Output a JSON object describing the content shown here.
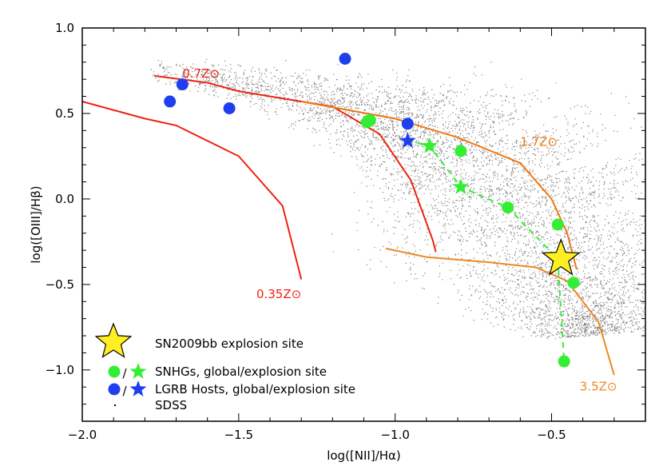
{
  "chart_data": {
    "type": "scatter",
    "title": "",
    "xlabel": "log([NII]/Hα)",
    "ylabel": "log([OIII]/Hβ)",
    "xlim": [
      -2.0,
      -0.2
    ],
    "ylim": [
      -1.3,
      1.0
    ],
    "xticks": [
      -2.0,
      -1.5,
      -1.0,
      -0.5
    ],
    "xtick_labels": [
      "−2.0",
      "−1.5",
      "−1.0",
      "−0.5"
    ],
    "yticks": [
      1.0,
      0.5,
      0.0,
      -0.5,
      -1.0
    ],
    "ytick_labels": [
      "1.0",
      "0.5",
      "0.0",
      "−0.5",
      "−1.0"
    ],
    "grid": false,
    "legend_position": "bottom-left",
    "colors": {
      "red_curve": "#ee2211",
      "orange_curve": "#ee7711",
      "amber_curve": "#ee8822",
      "sdss": "#808080",
      "lgrb": "#1f3fef",
      "snhg": "#33ee33",
      "sn_star": "#ffee22"
    },
    "metallicity_curves": [
      {
        "label": "0.35Z⊙",
        "color": "#ee2211",
        "x": [
          -2.0,
          -1.8,
          -1.7,
          -1.5,
          -1.36,
          -1.3
        ],
        "y": [
          0.57,
          0.47,
          0.43,
          0.25,
          -0.04,
          -0.47
        ]
      },
      {
        "label": "0.7Z⊙",
        "color": "#ee2211",
        "x": [
          -1.77,
          -1.6,
          -1.5,
          -1.2,
          -1.05,
          -0.95,
          -0.88,
          -0.87
        ],
        "y": [
          0.72,
          0.68,
          0.63,
          0.54,
          0.38,
          0.11,
          -0.24,
          -0.31
        ]
      },
      {
        "label": "1.7Z⊙",
        "color": "#ee7711",
        "x": [
          -1.3,
          -1.0,
          -0.8,
          -0.6,
          -0.5,
          -0.45,
          -0.42
        ],
        "y": [
          0.57,
          0.47,
          0.36,
          0.21,
          0.0,
          -0.2,
          -0.41
        ]
      },
      {
        "label": "3.5Z⊙",
        "color": "#ee8822",
        "x": [
          -1.03,
          -0.9,
          -0.7,
          -0.55,
          -0.45,
          -0.35,
          -0.3
        ],
        "y": [
          -0.29,
          -0.34,
          -0.37,
          -0.4,
          -0.48,
          -0.72,
          -1.03
        ]
      }
    ],
    "lgrb_global": {
      "x": [
        -1.72,
        -1.68,
        -1.53,
        -1.16,
        -0.96
      ],
      "y": [
        0.57,
        0.67,
        0.53,
        0.82,
        0.44
      ]
    },
    "lgrb_explosion": {
      "x": [
        -0.96
      ],
      "y": [
        0.34
      ]
    },
    "snhg_global": {
      "x": [
        -1.09,
        -1.08,
        -0.79,
        -0.64,
        -0.48,
        -0.43,
        -0.46
      ],
      "y": [
        0.45,
        0.46,
        0.28,
        -0.05,
        -0.15,
        -0.49,
        -0.95
      ]
    },
    "snhg_explosion": {
      "x": [
        -0.89,
        -0.79
      ],
      "y": [
        0.31,
        0.07
      ]
    },
    "snhg_dashed_track": {
      "x": [
        -0.96,
        -0.89,
        -0.79,
        -0.64,
        -0.48,
        -0.46
      ],
      "y": [
        0.34,
        0.31,
        0.07,
        -0.05,
        -0.35,
        -0.95
      ]
    },
    "sn2009bb": {
      "x": -0.47,
      "y": -0.35
    },
    "sdss_cloud": {
      "spine": [
        [
          -1.78,
          0.76
        ],
        [
          -1.5,
          0.68
        ],
        [
          -1.25,
          0.58
        ],
        [
          -1.05,
          0.48
        ],
        [
          -0.9,
          0.4
        ],
        [
          -0.75,
          0.28
        ],
        [
          -0.6,
          0.1
        ],
        [
          -0.5,
          -0.12
        ],
        [
          -0.44,
          -0.38
        ],
        [
          -0.4,
          -0.62
        ],
        [
          -0.37,
          -0.8
        ]
      ],
      "width": [
        0.03,
        0.05,
        0.08,
        0.12,
        0.16,
        0.2,
        0.22,
        0.24,
        0.22,
        0.16,
        0.08
      ]
    },
    "legend": [
      {
        "symbol": "big-star",
        "text": "SN2009bb explosion site"
      },
      {
        "symbol": "green-pair",
        "text": "SNHGs, global/explosion site"
      },
      {
        "symbol": "blue-pair",
        "text": "LGRB Hosts, global/explosion site"
      },
      {
        "symbol": "dot",
        "text": "SDSS"
      }
    ],
    "legend_separator": "/"
  }
}
